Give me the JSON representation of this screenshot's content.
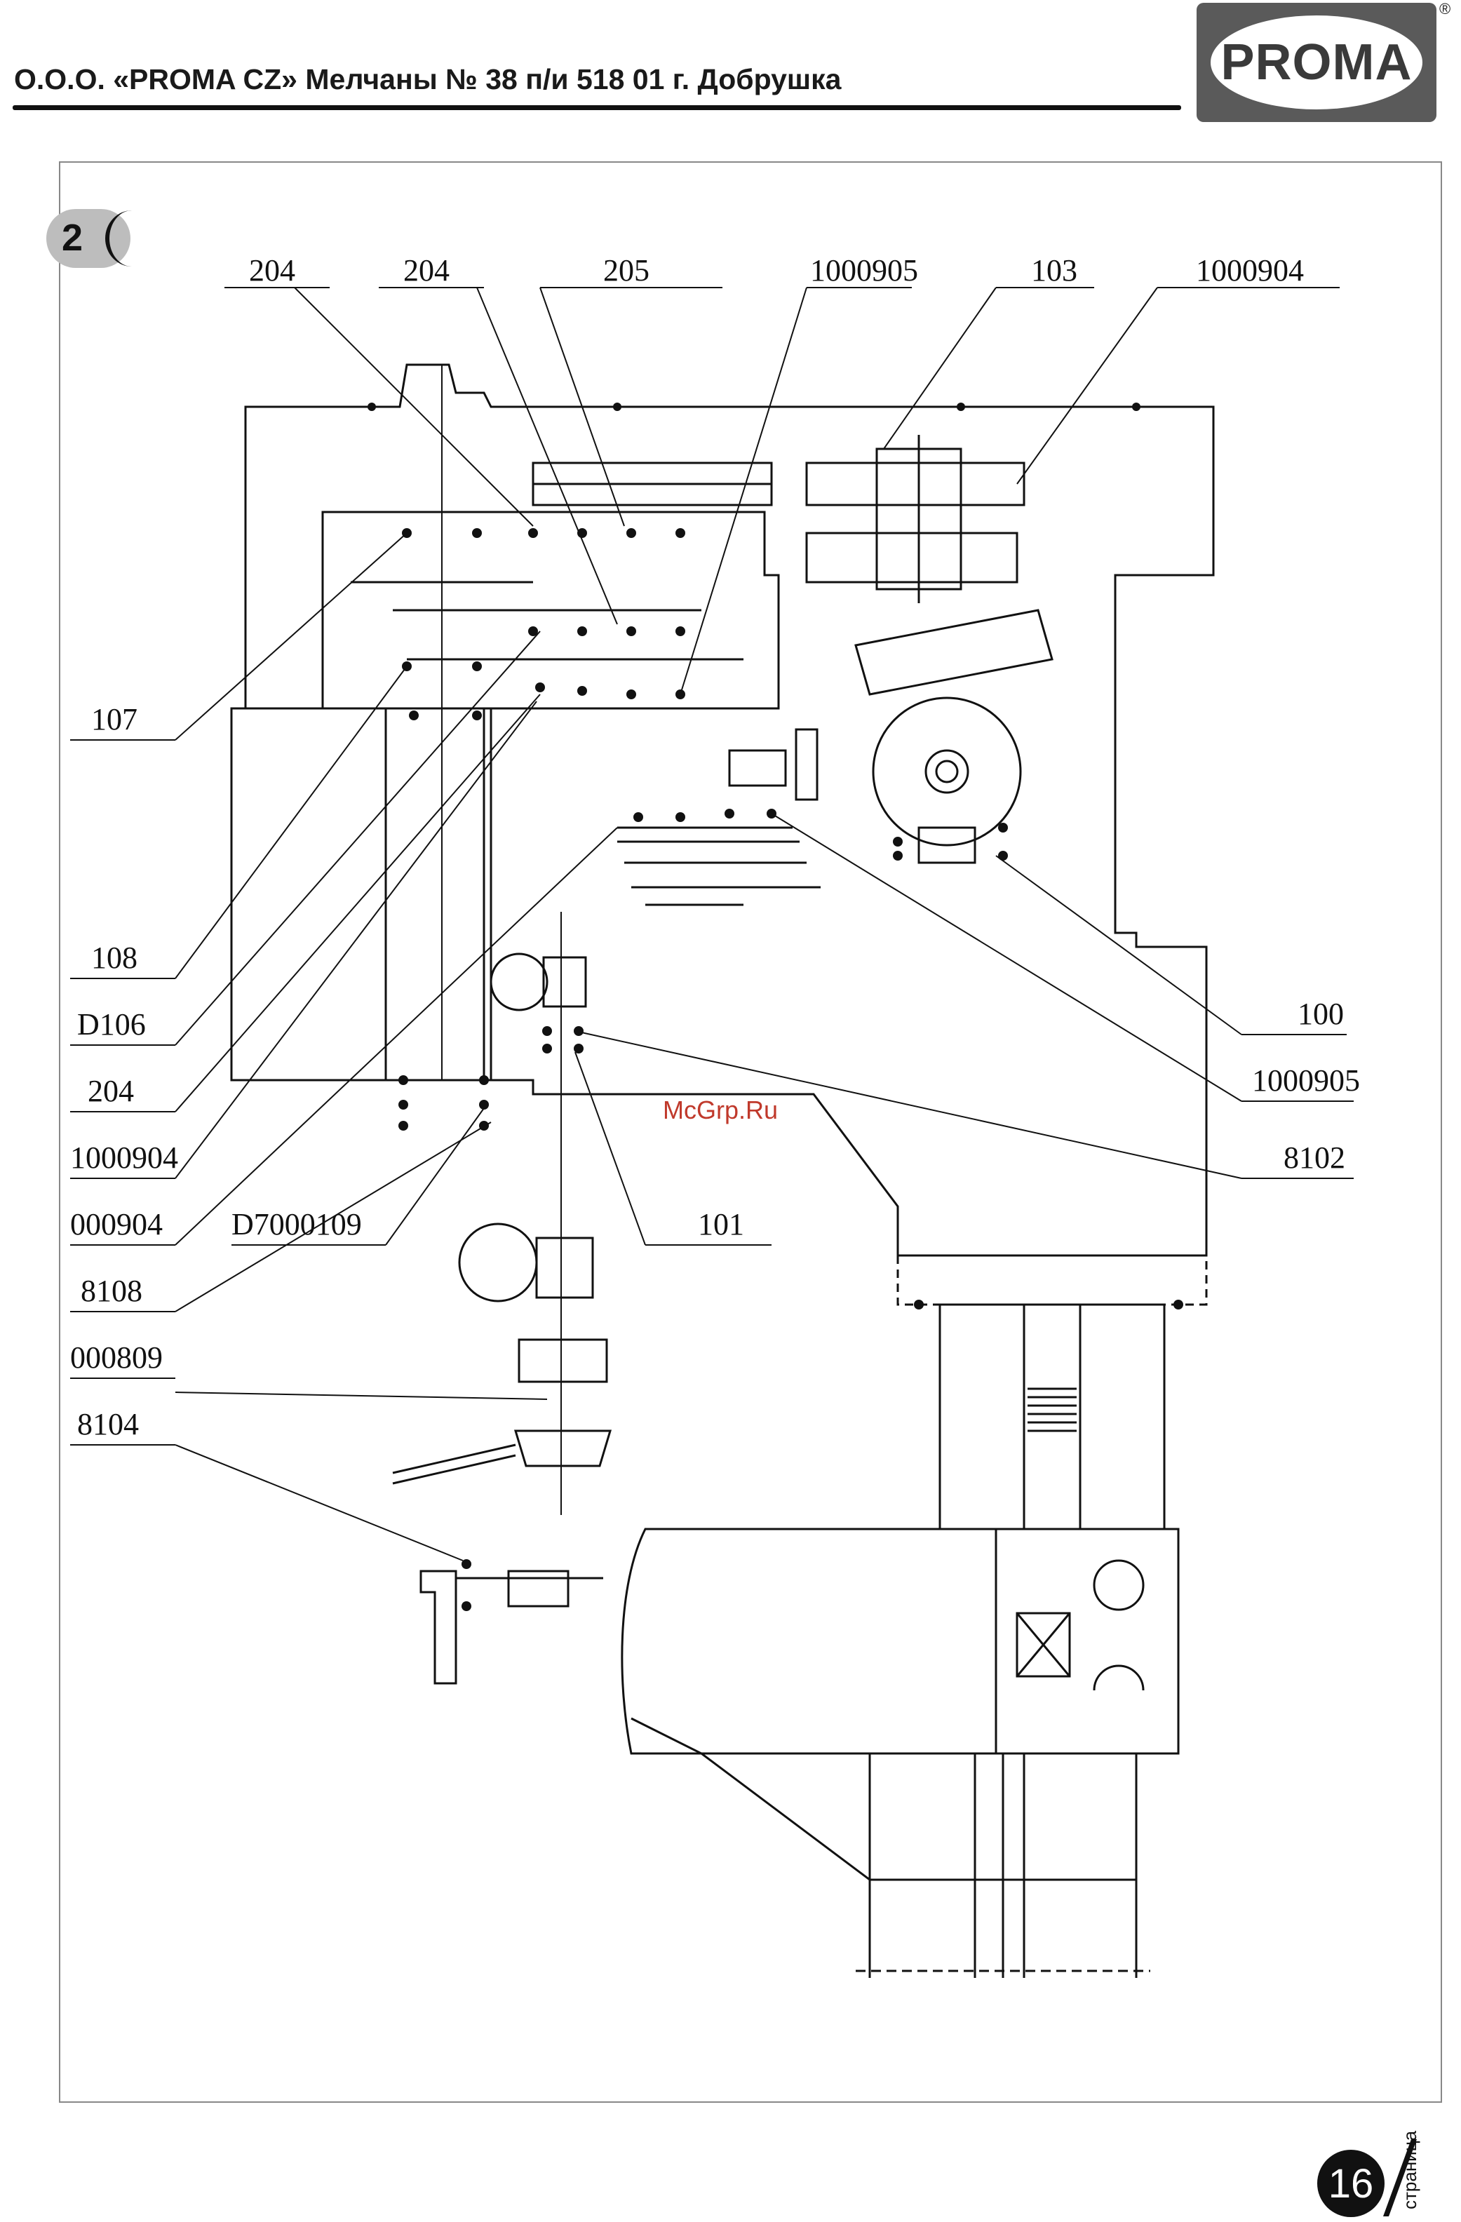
{
  "header": {
    "title": "О.О.О. «PROMA CZ» Мелчаны № 38 п/и 518 01 г. Добрушка",
    "logo_text": "PROMA",
    "registered_mark": "®"
  },
  "figure": {
    "badge_number": "2"
  },
  "labels": {
    "top_204a": "204",
    "top_204b": "204",
    "top_205": "205",
    "top_1000905": "1000905",
    "top_103": "103",
    "top_1000904": "1000904",
    "left_107": "107",
    "left_108": "108",
    "left_D106": "D106",
    "left_204": "204",
    "left_1000904a": "1000904",
    "left_1000904b": "000904",
    "left_D7000109": "D7000109",
    "left_8108": "8108",
    "left_000809": "000809",
    "left_8104": "8104",
    "right_100": "100",
    "right_1000905": "1000905",
    "right_8102": "8102",
    "mid_101": "101"
  },
  "watermark": "McGrp.Ru",
  "footer": {
    "page_number": "16",
    "page_word": "страница"
  }
}
